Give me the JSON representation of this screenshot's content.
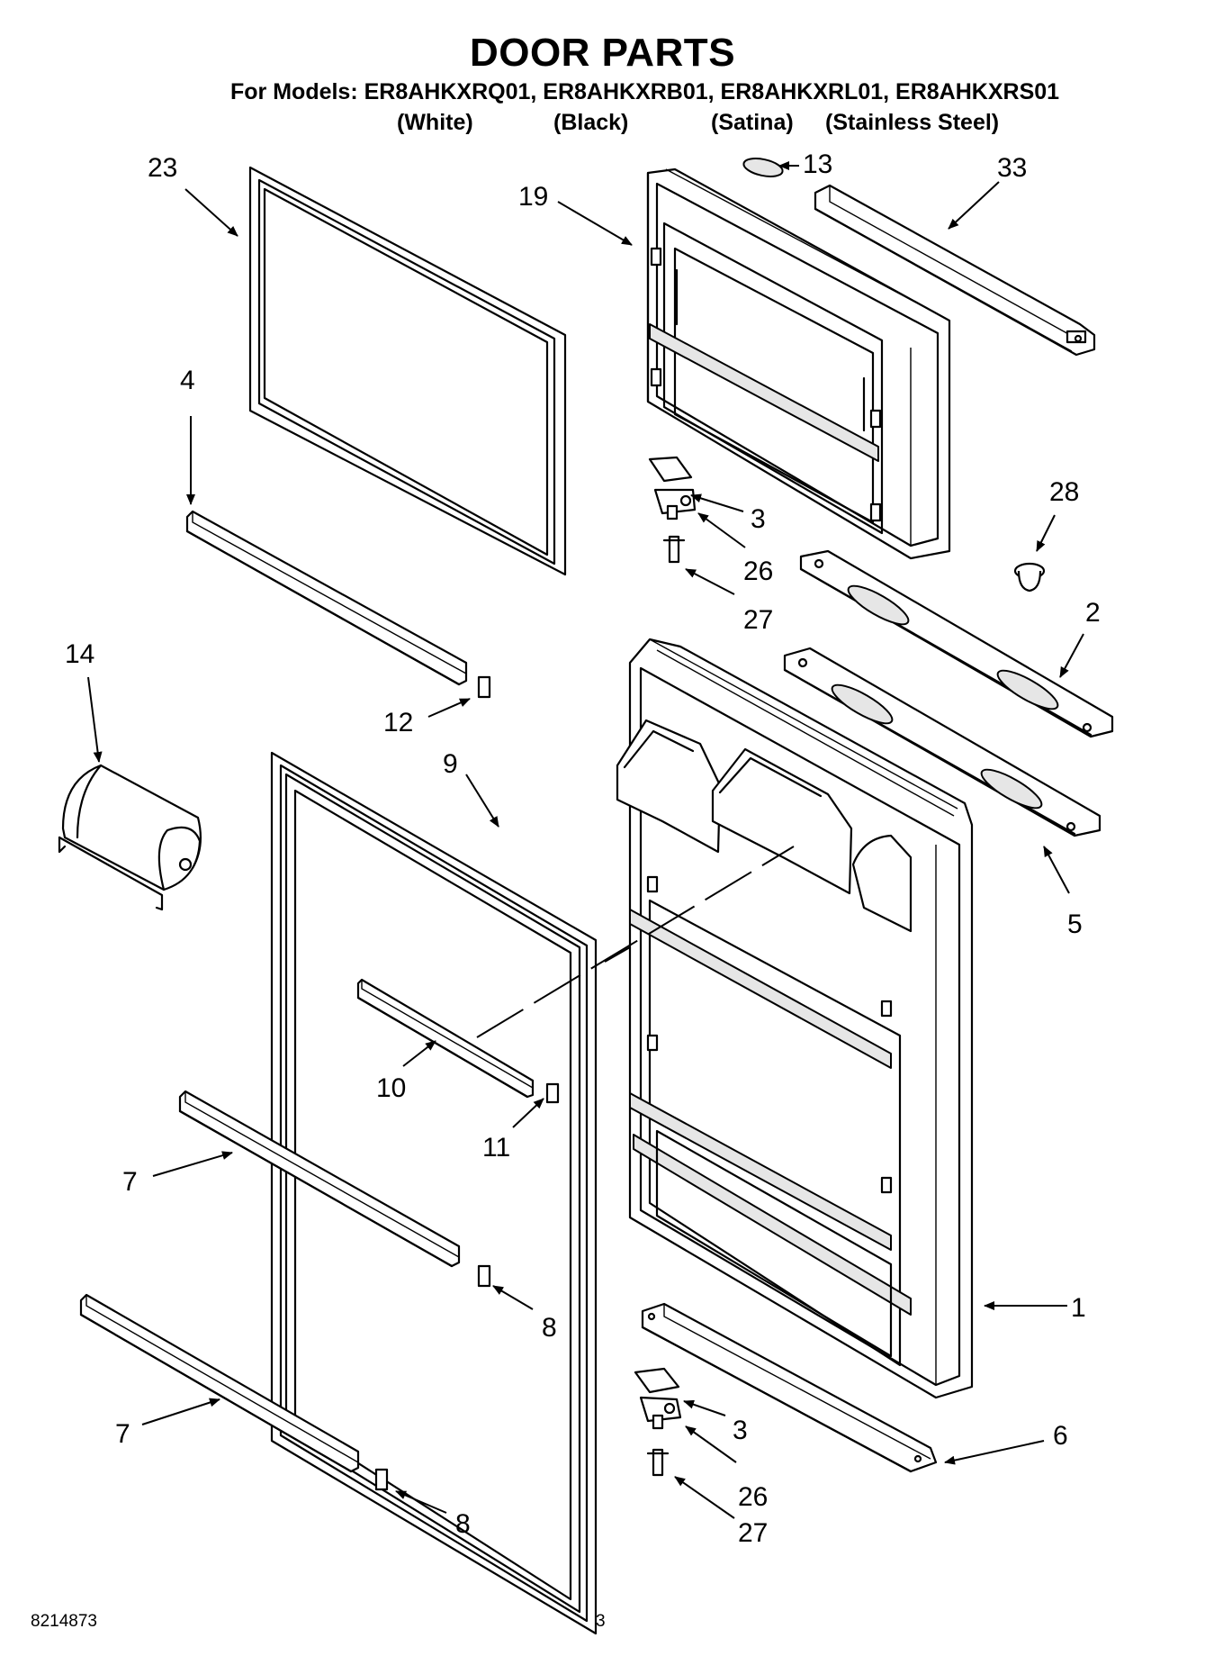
{
  "header": {
    "title": "DOOR PARTS",
    "models_line": "For Models: ER8AHKXRQ01, ER8AHKXRB01, ER8AHKXRL01, ER8AHKXRS01",
    "variants": [
      "(White)",
      "(Black)",
      "(Satina)",
      "(Stainless Steel)"
    ]
  },
  "callouts": {
    "c1": "1",
    "c2": "2",
    "c3a": "3",
    "c3b": "3",
    "c4": "4",
    "c5": "5",
    "c6": "6",
    "c7a": "7",
    "c7b": "7",
    "c8a": "8",
    "c8b": "8",
    "c9": "9",
    "c10": "10",
    "c11": "11",
    "c12": "12",
    "c13": "13",
    "c14": "14",
    "c19": "19",
    "c23": "23",
    "c26a": "26",
    "c26b": "26",
    "c27a": "27",
    "c27b": "27",
    "c28": "28",
    "c33": "33"
  },
  "footer": {
    "doc_number": "8214873",
    "page_number": "3"
  }
}
